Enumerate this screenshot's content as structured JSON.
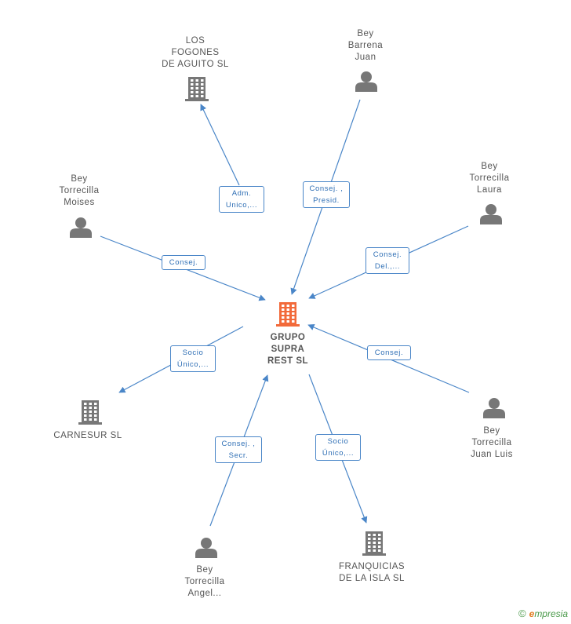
{
  "colors": {
    "edge": "#4a86c8",
    "node_icon": "#777777",
    "center_icon": "#f26a3a",
    "label_text": "#555555",
    "edge_label_text": "#2f6fb5"
  },
  "center": {
    "lines": [
      "GRUPO",
      "SUPRA",
      "REST  SL"
    ],
    "icon": "building-icon"
  },
  "nodes": [
    {
      "id": "fogones",
      "kind": "company",
      "icon": "building-icon",
      "lines": [
        "LOS",
        "FOGONES",
        "DE AGUITO SL"
      ]
    },
    {
      "id": "barrena",
      "kind": "person",
      "icon": "person-icon",
      "lines": [
        "Bey",
        "Barrena",
        "Juan"
      ]
    },
    {
      "id": "laura",
      "kind": "person",
      "icon": "person-icon",
      "lines": [
        "Bey",
        "Torrecilla",
        "Laura"
      ]
    },
    {
      "id": "moises",
      "kind": "person",
      "icon": "person-icon",
      "lines": [
        "Bey",
        "Torrecilla",
        "Moises"
      ]
    },
    {
      "id": "carnesur",
      "kind": "company",
      "icon": "building-icon",
      "lines": [
        "CARNESUR  SL"
      ]
    },
    {
      "id": "juanluis",
      "kind": "person",
      "icon": "person-icon",
      "lines": [
        "Bey",
        "Torrecilla",
        "Juan Luis"
      ]
    },
    {
      "id": "angel",
      "kind": "person",
      "icon": "person-icon",
      "lines": [
        "Bey",
        "Torrecilla",
        "Angel..."
      ]
    },
    {
      "id": "franquicias",
      "kind": "company",
      "icon": "building-icon",
      "lines": [
        "FRANQUICIAS",
        "DE LA ISLA  SL"
      ]
    }
  ],
  "edges": [
    {
      "node": "fogones",
      "lines": [
        "Adm.",
        "Unico,..."
      ]
    },
    {
      "node": "barrena",
      "lines": [
        "Consej. ,",
        "Presid."
      ]
    },
    {
      "node": "laura",
      "lines": [
        "Consej.",
        "Del.,..."
      ]
    },
    {
      "node": "moises",
      "lines": [
        "Consej."
      ]
    },
    {
      "node": "carnesur",
      "lines": [
        "Socio",
        "Único,..."
      ]
    },
    {
      "node": "juanluis",
      "lines": [
        "Consej."
      ]
    },
    {
      "node": "angel",
      "lines": [
        "Consej. ,",
        "Secr."
      ]
    },
    {
      "node": "franquicias",
      "lines": [
        "Socio",
        "Único,..."
      ]
    }
  ],
  "footer": {
    "copyright": "©",
    "brand_initial": "e",
    "brand_rest": "mpresia"
  }
}
